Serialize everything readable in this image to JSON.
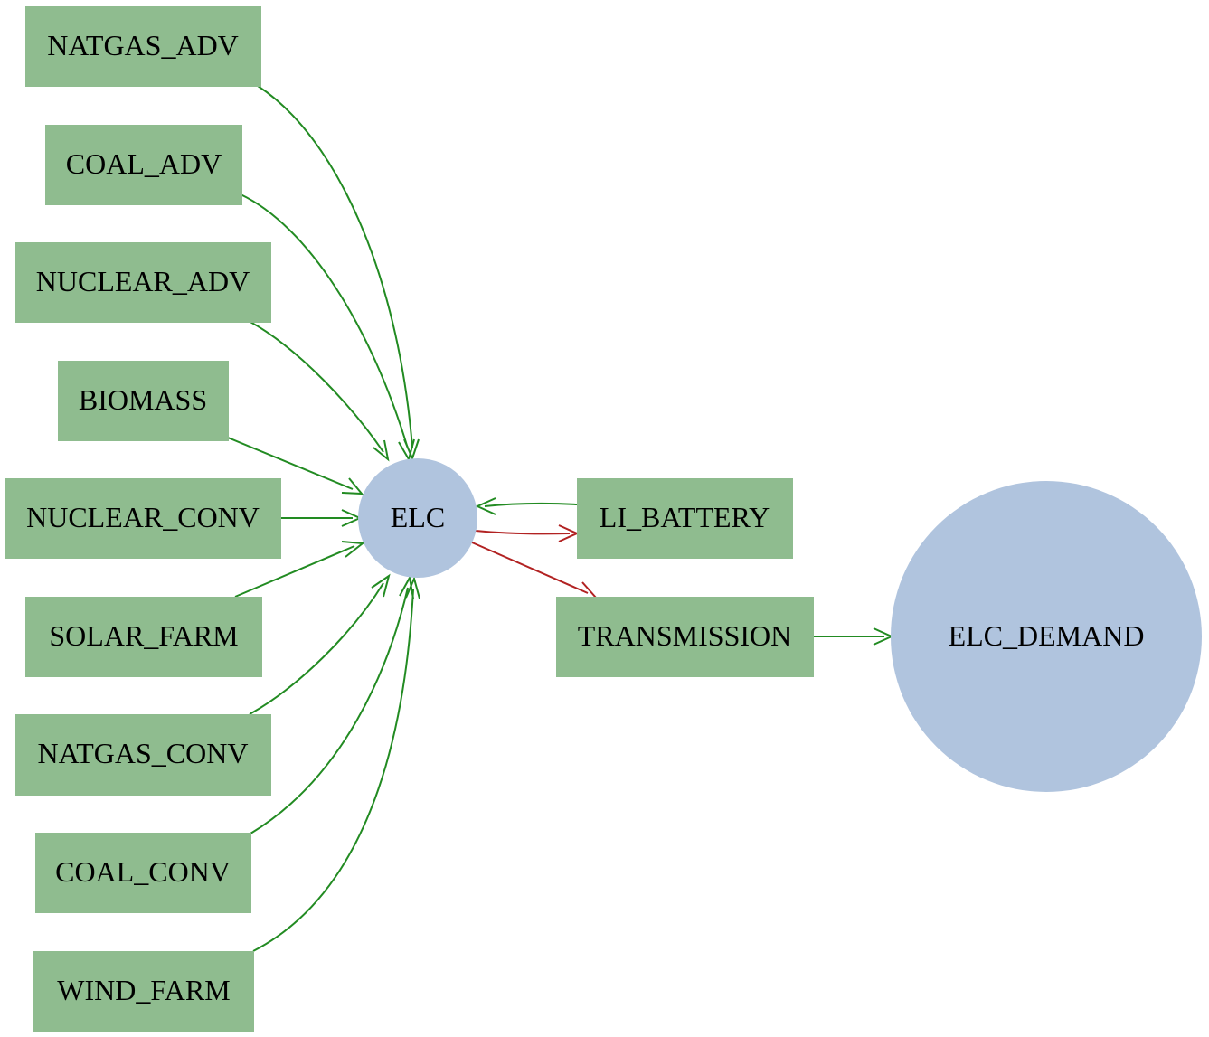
{
  "colors": {
    "process_fill": "#8fbc8f",
    "commodity_fill": "#b0c4de",
    "input_edge": "#228b22",
    "output_edge": "#b22222",
    "text": "#000000"
  },
  "commodities": {
    "elc": {
      "label": "ELC"
    },
    "elc_demand": {
      "label": "ELC_DEMAND"
    }
  },
  "processes": {
    "natgas_adv": {
      "label": "NATGAS_ADV"
    },
    "coal_adv": {
      "label": "COAL_ADV"
    },
    "nuclear_adv": {
      "label": "NUCLEAR_ADV"
    },
    "biomass": {
      "label": "BIOMASS"
    },
    "nuclear_conv": {
      "label": "NUCLEAR_CONV"
    },
    "solar_farm": {
      "label": "SOLAR_FARM"
    },
    "natgas_conv": {
      "label": "NATGAS_CONV"
    },
    "coal_conv": {
      "label": "COAL_CONV"
    },
    "wind_farm": {
      "label": "WIND_FARM"
    },
    "li_battery": {
      "label": "LI_BATTERY"
    },
    "transmission": {
      "label": "TRANSMISSION"
    }
  },
  "edges": [
    {
      "from": "NATGAS_ADV",
      "to": "ELC",
      "kind": "input"
    },
    {
      "from": "COAL_ADV",
      "to": "ELC",
      "kind": "input"
    },
    {
      "from": "NUCLEAR_ADV",
      "to": "ELC",
      "kind": "input"
    },
    {
      "from": "BIOMASS",
      "to": "ELC",
      "kind": "input"
    },
    {
      "from": "NUCLEAR_CONV",
      "to": "ELC",
      "kind": "input"
    },
    {
      "from": "SOLAR_FARM",
      "to": "ELC",
      "kind": "input"
    },
    {
      "from": "NATGAS_CONV",
      "to": "ELC",
      "kind": "input"
    },
    {
      "from": "COAL_CONV",
      "to": "ELC",
      "kind": "input"
    },
    {
      "from": "WIND_FARM",
      "to": "ELC",
      "kind": "input"
    },
    {
      "from": "LI_BATTERY",
      "to": "ELC",
      "kind": "input"
    },
    {
      "from": "ELC",
      "to": "LI_BATTERY",
      "kind": "output"
    },
    {
      "from": "ELC",
      "to": "TRANSMISSION",
      "kind": "output"
    },
    {
      "from": "TRANSMISSION",
      "to": "ELC_DEMAND",
      "kind": "input"
    }
  ]
}
